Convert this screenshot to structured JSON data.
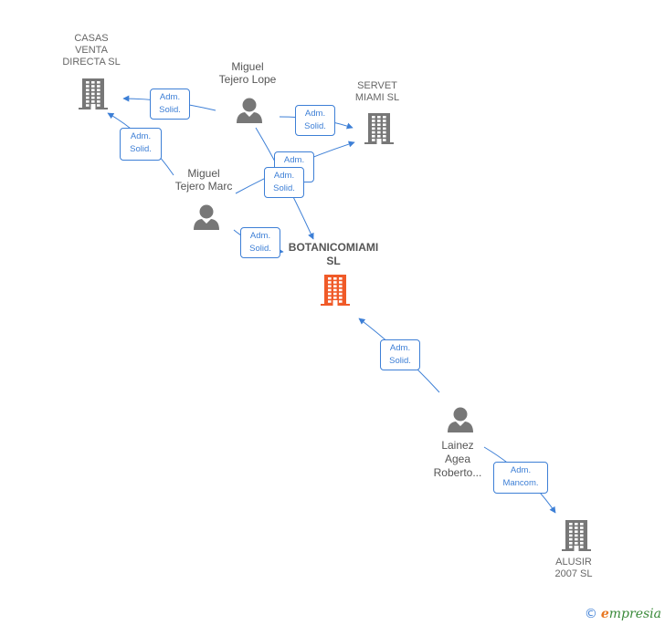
{
  "nodes": {
    "casas": {
      "lines": [
        "CASAS",
        "VENTA",
        "DIRECTA SL"
      ],
      "color": "#777777"
    },
    "servet": {
      "lines": [
        "SERVET",
        "MIAMI  SL"
      ],
      "color": "#777777"
    },
    "botanico": {
      "lines": [
        "BOTANICOMIAMI",
        "SL"
      ],
      "color": "#f05a28"
    },
    "alusir": {
      "lines": [
        "ALUSIR",
        "2007  SL"
      ],
      "color": "#777777"
    },
    "lope": {
      "lines": [
        "Miguel",
        "Tejero Lope"
      ]
    },
    "marc": {
      "lines": [
        "Miguel",
        "Tejero Marc"
      ]
    },
    "lainez": {
      "lines": [
        "Lainez",
        "Agea",
        "Roberto..."
      ]
    }
  },
  "edges": [
    {
      "id": "lope-casas",
      "lines": [
        "Adm.",
        "Solid."
      ]
    },
    {
      "id": "lope-servet",
      "lines": [
        "Adm.",
        "Solid."
      ]
    },
    {
      "id": "marc-servet",
      "lines": [
        "Adm.",
        "Solid."
      ]
    },
    {
      "id": "lope-botanico",
      "lines": [
        "Adm.",
        "Solid."
      ]
    },
    {
      "id": "marc-casas",
      "lines": [
        "Adm.",
        "Solid."
      ]
    },
    {
      "id": "marc-botanico",
      "lines": [
        "Adm.",
        "Solid."
      ]
    },
    {
      "id": "lainez-botanico",
      "lines": [
        "Adm.",
        "Solid."
      ]
    },
    {
      "id": "lainez-alusir",
      "lines": [
        "Adm.",
        "Mancom."
      ]
    }
  ],
  "colors": {
    "edge": "#3d7fd6",
    "person": "#777777",
    "company": "#777777",
    "focus": "#f05a28"
  },
  "footer": {
    "copyright": "©",
    "brand_first": "e",
    "brand_rest": "mpresia"
  }
}
